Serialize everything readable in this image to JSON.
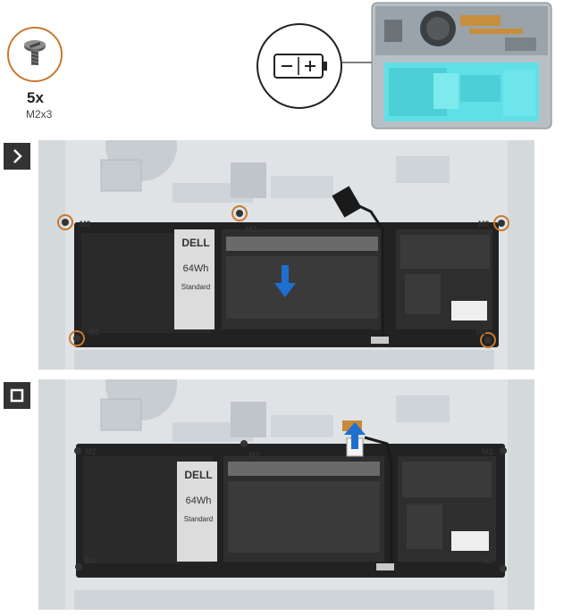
{
  "header": {
    "screw_quantity": "5x",
    "screw_size": "M2x3",
    "icons": [
      "screw-icon",
      "battery-symbol-icon"
    ]
  },
  "step1": {
    "badge_icon": "chevron-right-icon",
    "screw_labels": [
      "M2",
      "M2",
      "M2",
      "M2",
      "M2"
    ],
    "battery": {
      "brand": "DELL",
      "capacity": "64Wh",
      "grade": "Standard"
    }
  },
  "step2": {
    "badge_icon": "square-icon",
    "screw_labels": [
      "M2",
      "M2",
      "M2",
      "M2",
      "M2"
    ],
    "battery": {
      "brand": "DELL",
      "capacity": "64Wh",
      "grade": "Standard"
    }
  },
  "colors": {
    "screw_highlight": "#c9782e",
    "arrow_blue": "#1e6fd0",
    "battery_black": "#222222",
    "battery_cyan": "#5fe0e6"
  }
}
